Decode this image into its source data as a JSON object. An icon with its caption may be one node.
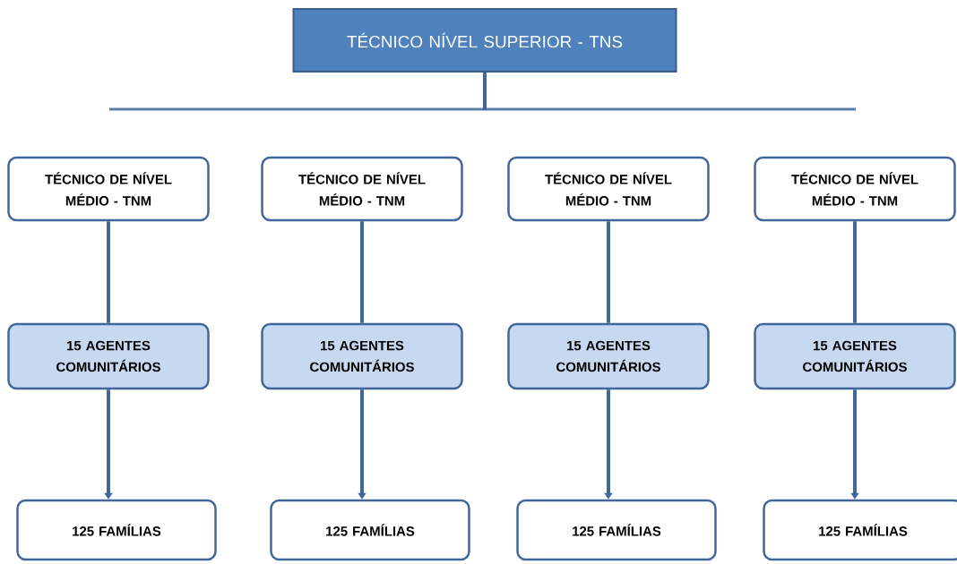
{
  "diagram": {
    "nodes": [
      {
        "text": [
          "TÉCNICO NÍVEL SUPERIOR - TNS"
        ]
      },
      {
        "text": [
          "TÉCNICO DE NÍVEL MÉDIO - TNM"
        ]
      },
      {
        "text": [
          "TÉCNICO DE NÍVEL MÉDIO - TNM"
        ]
      },
      {
        "text": [
          "TÉCNICO DE NÍVEL MÉDIO - TNM"
        ]
      },
      {
        "text": [
          "TÉCNICO DE NÍVEL MÉDIO - TNM"
        ]
      },
      {
        "text": [
          "15 AGENTES COMUNITÁRIOS"
        ]
      },
      {
        "text": [
          "15 AGENTES COMUNITÁRIOS"
        ]
      },
      {
        "text": [
          "15 AGENTES COMUNITÁRIOS"
        ]
      },
      {
        "text": [
          "15 AGENTES COMUNITÁRIOS"
        ]
      },
      {
        "text": [
          "125 FAMÍLIAS"
        ]
      },
      {
        "text": [
          "125 FAMÍLIAS"
        ]
      },
      {
        "text": [
          "125 FAMÍLIAS"
        ]
      },
      {
        "text": [
          "125 FAMÍLIAS"
        ]
      }
    ],
    "edges": [
      {
        "from": 0,
        "to": null,
        "arrow": "none"
      },
      {
        "from": 1,
        "to": 5,
        "arrow": "none"
      },
      {
        "from": 2,
        "to": 6,
        "arrow": "none"
      },
      {
        "from": 3,
        "to": 7,
        "arrow": "none"
      },
      {
        "from": 4,
        "to": 8,
        "arrow": "none"
      },
      {
        "from": 5,
        "to": 9,
        "arrow": "to"
      },
      {
        "from": 6,
        "to": 10,
        "arrow": "to"
      },
      {
        "from": 7,
        "to": 11,
        "arrow": "to"
      },
      {
        "from": 8,
        "to": 12,
        "arrow": "to"
      }
    ]
  }
}
